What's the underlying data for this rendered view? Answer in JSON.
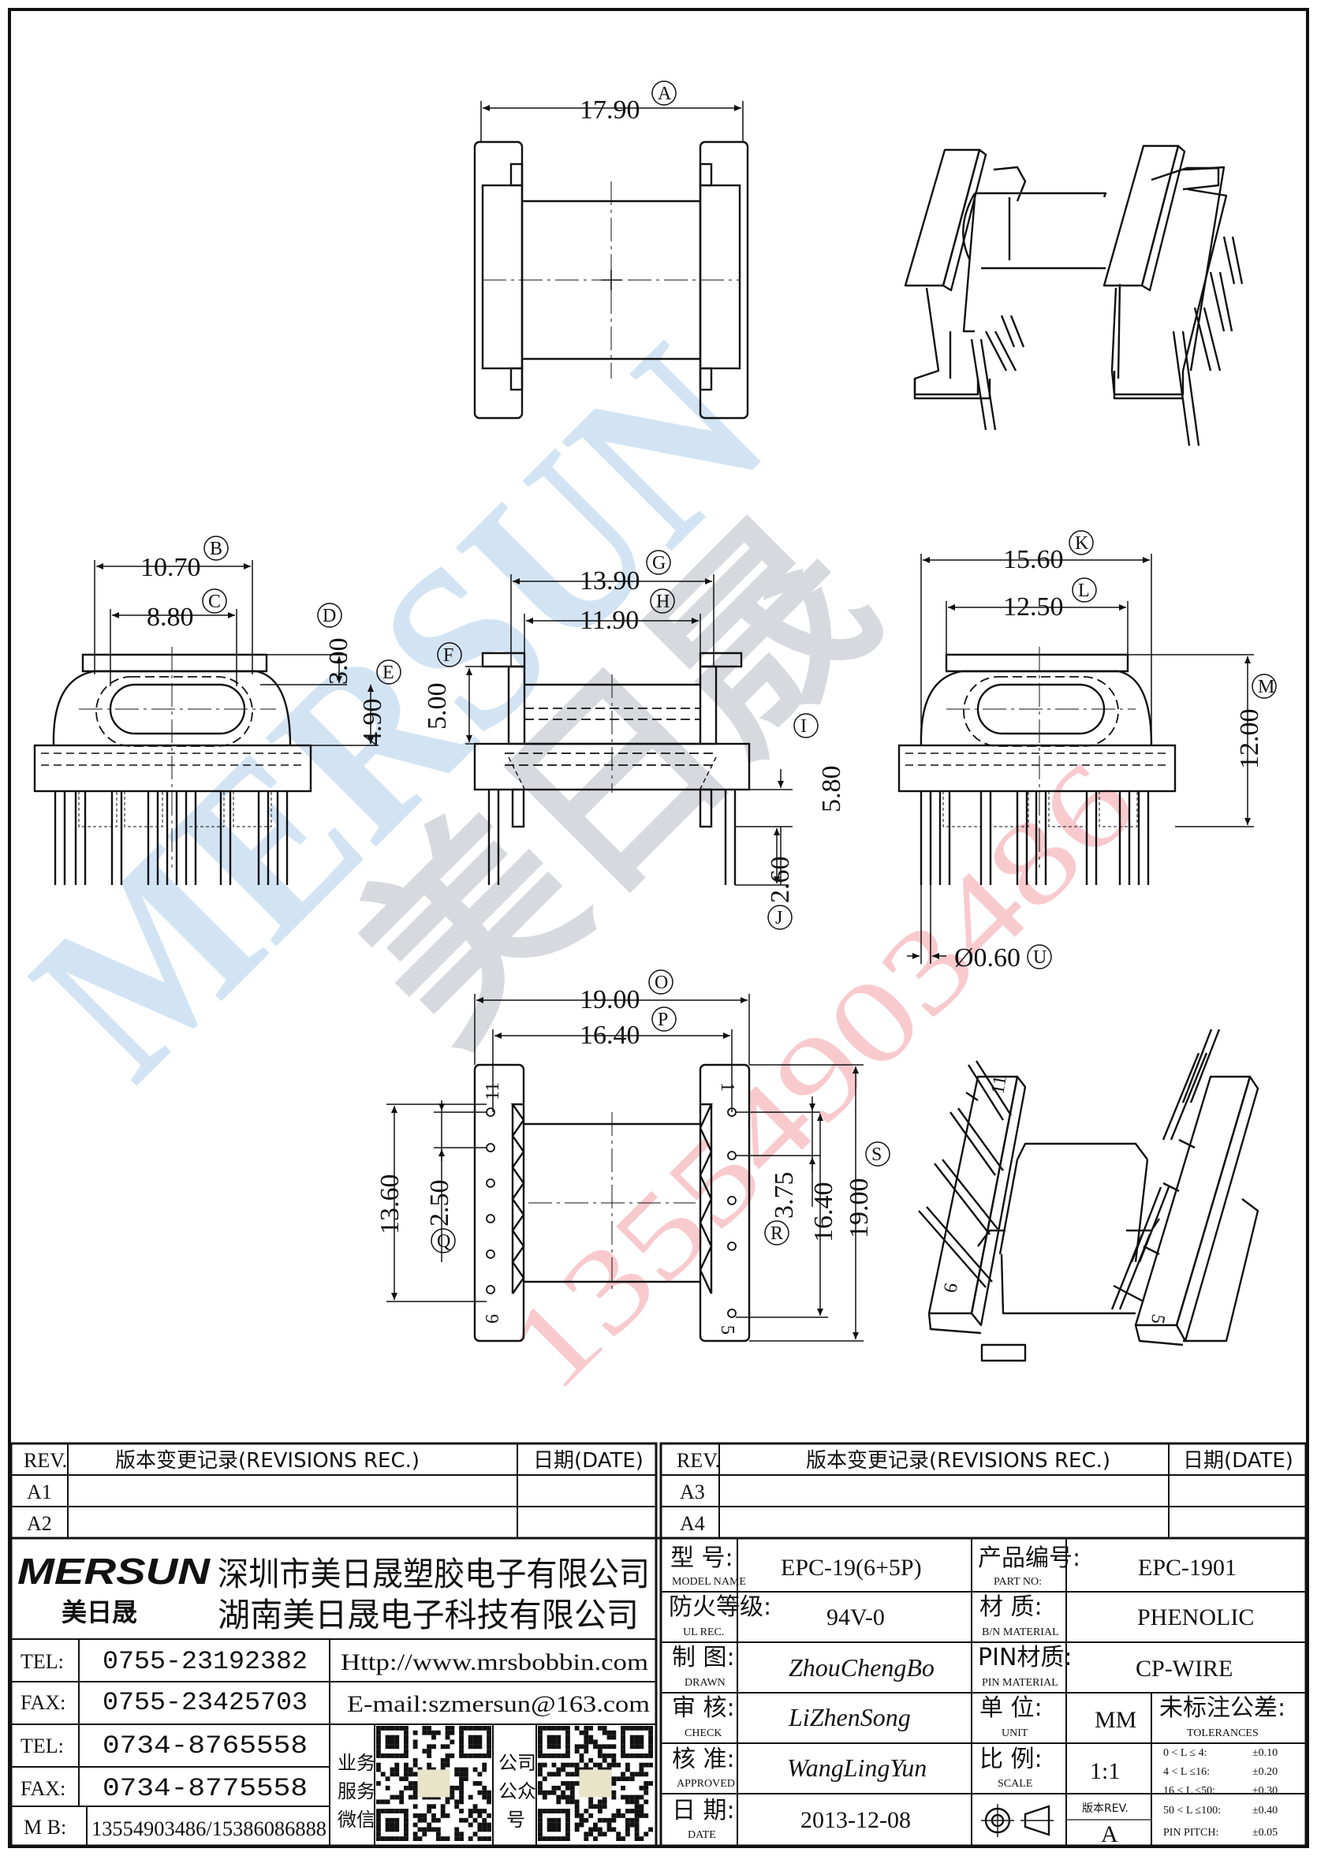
{
  "views": {
    "top": {
      "width": "17.90",
      "width_ref": "A"
    },
    "left": {
      "outer": "10.70",
      "outer_ref": "B",
      "inner": "8.80",
      "inner_ref": "C",
      "d_val": "3.00",
      "d_ref": "D",
      "e_val": "4.90",
      "e_ref": "E"
    },
    "middle": {
      "g_val": "13.90",
      "g_ref": "G",
      "h_val": "11.90",
      "h_ref": "H",
      "f_val": "5.00",
      "f_ref": "F",
      "i_val": "5.80",
      "i_ref": "I",
      "j_val": "2.60",
      "j_ref": "J"
    },
    "right": {
      "k_val": "15.60",
      "k_ref": "K",
      "l_val": "12.50",
      "l_ref": "L",
      "m_val": "12.00",
      "m_ref": "M",
      "u_val": "Ø0.60",
      "u_ref": "U"
    },
    "bottom": {
      "o_val": "19.00",
      "o_ref": "O",
      "p_val": "16.40",
      "p_ref": "P",
      "q_outer": "13.60",
      "q_val": "2.50",
      "q_ref": "Q",
      "r_val": "3.75",
      "r_ref": "R",
      "r_outer": "16.40",
      "s_val": "19.00",
      "s_ref": "S",
      "pin_a": "11",
      "pin_b": "6",
      "pin_c": "1",
      "pin_d": "5"
    }
  },
  "watermark": {
    "brand": "MERSUN",
    "cn": "美日晟",
    "phone": "13554903486"
  },
  "revisions_left": {
    "col_rev": "REV.",
    "col_rec": "版本变更记录(REVISIONS REC.)",
    "col_date": "日期(DATE)",
    "rows": [
      "A1",
      "A2"
    ]
  },
  "revisions_right": {
    "col_rev": "REV.",
    "col_rec": "版本变更记录(REVISIONS REC.)",
    "col_date": "日期(DATE)",
    "rows": [
      "A3",
      "A4"
    ]
  },
  "company": {
    "logo": "MERSUN",
    "logo_cn": "美日晟",
    "name1": "深圳市美日晟塑胶电子有限公司",
    "name2": "湖南美日晟电子科技有限公司",
    "tel1_label": "TEL:",
    "tel1": "0755-23192382",
    "fax1_label": "FAX:",
    "fax1": "0755-23425703",
    "tel2_label": "TEL:",
    "tel2": "0734-8765558",
    "fax2_label": "FAX:",
    "fax2": "0734-8775558",
    "mb_label": "M B:",
    "mb": "13554903486/15386086888",
    "web": "Http://www.mrsbobbin.com",
    "email": "E-mail:szmersun@163.com",
    "qr1_label": [
      "业务",
      "服务",
      "微信"
    ],
    "qr2_label": [
      "公司",
      "公众",
      "号"
    ]
  },
  "spec": {
    "model_cn": "型  号:",
    "model_en": "MODEL NAME",
    "model": "EPC-19(6+5P)",
    "part_cn": "产品编号:",
    "part_en": "PART NO:",
    "part": "EPC-1901",
    "ul_cn": "防火等级:",
    "ul_en": "UL REC.",
    "ul": "94V-0",
    "mat_cn": "材  质:",
    "mat_en": "B/N MATERIAL",
    "mat": "PHENOLIC",
    "drawn_cn": "制  图:",
    "drawn_en": "DRAWN",
    "drawn": "ZhouChengBo",
    "pinmat_cn": "PIN材质:",
    "pinmat_en": "PIN MATERIAL",
    "pinmat": "CP-WIRE",
    "check_cn": "审  核:",
    "check_en": "CHECK",
    "check": "LiZhenSong",
    "unit_cn": "单  位:",
    "unit_en": "UNIT",
    "unit": "MM",
    "tol_cn": "未标注公差:",
    "tol_en": "TOLERANCES",
    "tolerances": [
      [
        "0 < L ≤  4:",
        "±0.10"
      ],
      [
        "4 < L ≤16:",
        "±0.20"
      ],
      [
        "16 < L ≤50:",
        "±0.30"
      ],
      [
        "50 < L ≤100:",
        "±0.40"
      ],
      [
        "PIN PITCH:",
        "±0.05"
      ]
    ],
    "approved_cn": "核  准:",
    "approved_en": "APPROVED",
    "approved": "WangLingYun",
    "scale_cn": "比  例:",
    "scale_en": "SCALE",
    "scale": "1:1",
    "date_cn": "日  期:",
    "date_en": "DATE",
    "date": "2013-12-08",
    "ver_cn": "版本REV.",
    "ver": "A"
  }
}
